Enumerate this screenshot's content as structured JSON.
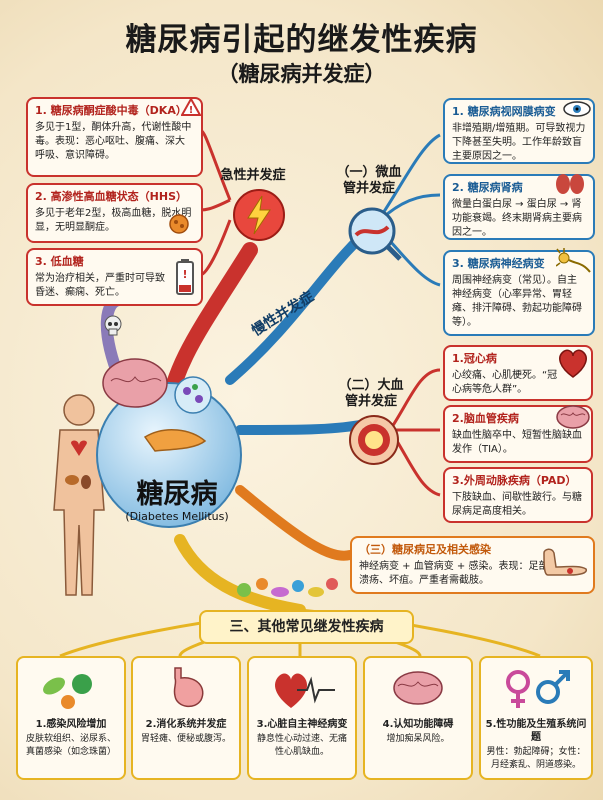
{
  "title": "糖尿病引起的继发性疾病",
  "subtitle": "（糖尿病并发症）",
  "center": {
    "zh": "糖尿病",
    "en": "(Diabetes Mellitus)"
  },
  "acute": {
    "label": "急性并发症",
    "items": [
      {
        "title": "1. 糖尿病酮症酸中毒（DKA）",
        "desc": "多见于1型，酮体升高，代谢性酸中毒。表现：恶心呕吐、腹痛、深大呼吸、意识障碍。"
      },
      {
        "title": "2. 高渗性高血糖状态（HHS）",
        "desc": "多见于老年2型，极高血糖，脱水明显，无明显酮症。"
      },
      {
        "title": "3. 低血糖",
        "desc": "常为治疗相关，严重时可导致昏迷、癫痫、死亡。"
      }
    ]
  },
  "chronic_label": "慢性并发症",
  "micro": {
    "label": "（一）微血管并发症",
    "items": [
      {
        "title": "1. 糖尿病视网膜病变",
        "desc": "非增殖期/增殖期。可导致视力下降甚至失明。工作年龄致盲主要原因之一。"
      },
      {
        "title": "2. 糖尿病肾病",
        "desc": "微量白蛋白尿 → 蛋白尿 → 肾功能衰竭。终末期肾病主要病因之一。"
      },
      {
        "title": "3. 糖尿病神经病变",
        "desc": "周围神经病变（常见）。自主神经病变（心率异常、胃轻瘫、排汗障碍、勃起功能障碍等）。"
      }
    ]
  },
  "macro": {
    "label": "（二）大血管并发症",
    "items": [
      {
        "title": "1.冠心病",
        "desc": "心绞痛、心肌梗死。“冠心病等危人群”。"
      },
      {
        "title": "2.脑血管疾病",
        "desc": "缺血性脑卒中、短暂性脑缺血发作（TIA）。"
      },
      {
        "title": "3.外周动脉疾病（PAD）",
        "desc": "下肢缺血、间歇性跛行。与糖尿病足高度相关。"
      }
    ]
  },
  "foot": {
    "title": "（三）糖尿病足及相关感染",
    "desc": "神经病变 + 血管病变 + 感染。表现：足部溃疡、坏疽。严重者需截肢。"
  },
  "others": {
    "label": "三、其他常见继发性疾病",
    "items": [
      {
        "title": "1.感染风险增加",
        "desc": "皮肤软组织、泌尿系、真菌感染（如念珠菌）"
      },
      {
        "title": "2.消化系统并发症",
        "desc": "胃轻瘫、便秘或腹泻。"
      },
      {
        "title": "3.心脏自主神经病变",
        "desc": "静息性心动过速、无痛性心肌缺血。"
      },
      {
        "title": "4.认知功能障碍",
        "desc": "增加痴呆风险。"
      },
      {
        "title": "5.性功能及生殖系统问题",
        "desc": "男性：勃起障碍；女性：月经紊乱、阴道感染。"
      }
    ]
  },
  "colors": {
    "acute": "#c9322d",
    "micro": "#2a7bb8",
    "macro": "#2a7bb8",
    "foot": "#e07a1e",
    "others": "#e6b422",
    "center": "#8ec6e8"
  }
}
